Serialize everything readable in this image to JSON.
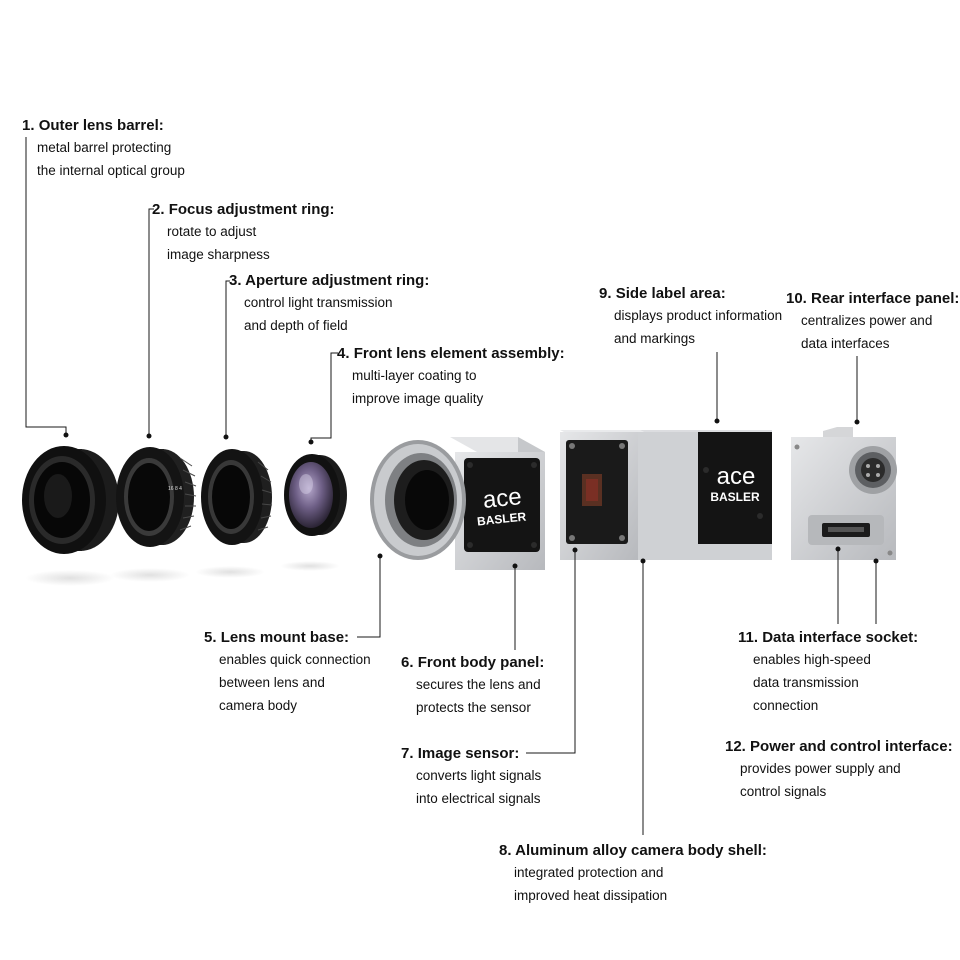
{
  "callouts": [
    {
      "number": "1.",
      "title": "Outer lens barrel:",
      "lines": [
        "metal barrel protecting",
        "the internal optical group"
      ]
    },
    {
      "number": "2.",
      "title": "Focus adjustment ring:",
      "lines": [
        "rotate to adjust",
        "image sharpness"
      ]
    },
    {
      "number": "3.",
      "title": "Aperture adjustment ring:",
      "lines": [
        "control light transmission",
        "and depth of field"
      ]
    },
    {
      "number": "4.",
      "title": "Front lens element assembly:",
      "lines": [
        "multi-layer coating to",
        "improve image quality"
      ]
    },
    {
      "number": "5.",
      "title": "Lens mount base:",
      "lines": [
        "enables quick connection",
        "between lens and",
        "camera body"
      ]
    },
    {
      "number": "6.",
      "title": "Front body panel:",
      "lines": [
        "secures the lens and",
        "protects the sensor"
      ]
    },
    {
      "number": "7.",
      "title": "Image sensor:",
      "lines": [
        "converts light signals",
        "into electrical signals"
      ]
    },
    {
      "number": "8.",
      "title": "Aluminum alloy camera body shell:",
      "lines": [
        "integrated protection and",
        "improved heat dissipation"
      ]
    },
    {
      "number": "9.",
      "title": "Side label area:",
      "lines": [
        "displays product information",
        "and markings"
      ]
    },
    {
      "number": "10.",
      "title": "Rear interface panel:",
      "lines": [
        "centralizes power and",
        "data interfaces"
      ]
    },
    {
      "number": "11.",
      "title": "Data interface socket:",
      "lines": [
        "enables high-speed",
        "data transmission",
        "connection"
      ]
    },
    {
      "number": "12.",
      "title": "Power and control interface:",
      "lines": [
        "provides power supply and",
        "control signals"
      ]
    }
  ],
  "branding": {
    "line1": "ace",
    "line2": "BASLER"
  },
  "colors": {
    "body": "#d2d4d7",
    "panel": "#141414",
    "lens_black": "#121212",
    "glass": "#6e5f86"
  }
}
